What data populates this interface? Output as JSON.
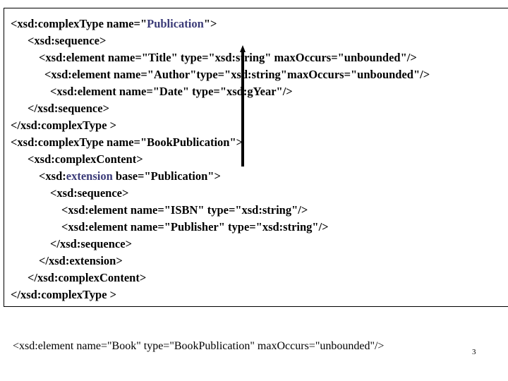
{
  "slide": {
    "page_number": "3",
    "accent_color": "#3b3b78",
    "text_color": "#000000",
    "background_color": "#ffffff"
  },
  "code_block": {
    "lines": [
      {
        "indent": 0,
        "text_pre": "<xsd:complexType name=\"",
        "highlight": "Publication",
        "text_post": "\">"
      },
      {
        "indent": 1,
        "text_pre": "<xsd:sequence>",
        "highlight": "",
        "text_post": ""
      },
      {
        "indent": 2,
        "text_pre": "<xsd:element name=\"Title\" type=\"xsd:string\" maxOccurs=\"unbounded\"/>",
        "highlight": "",
        "text_post": ""
      },
      {
        "indent": 2,
        "text_pre": "<xsd:element name=\"Author\"type=\"xsd:string\"maxOccurs=\"unbounded\"/>",
        "highlight": "",
        "text_post": ""
      },
      {
        "indent": 2,
        "text_pre": "<xsd:element name=\"Date\" type=\"xsd:gYear\"/>",
        "highlight": "",
        "text_post": ""
      },
      {
        "indent": 1,
        "text_pre": "</xsd:sequence>",
        "highlight": "",
        "text_post": ""
      },
      {
        "indent": 0,
        "text_pre": "</xsd:complexType >",
        "highlight": "",
        "text_post": ""
      },
      {
        "indent": 0,
        "text_pre": "<xsd:complexType name=\"BookPublication\">",
        "highlight": "",
        "text_post": ""
      },
      {
        "indent": 1,
        "text_pre": "<xsd:complexContent>",
        "highlight": "",
        "text_post": ""
      },
      {
        "indent": 2,
        "text_pre": "<xsd:",
        "highlight": "extension",
        "text_post": " base=\"Publication\">"
      },
      {
        "indent": 3,
        "text_pre": "<xsd:sequence>",
        "highlight": "",
        "text_post": ""
      },
      {
        "indent": 4,
        "text_pre": "<xsd:element name=\"ISBN\" type=\"xsd:string\"/>",
        "highlight": "",
        "text_post": ""
      },
      {
        "indent": 4,
        "text_pre": "<xsd:element name=\"Publisher\" type=\"xsd:string\"/>",
        "highlight": "",
        "text_post": ""
      },
      {
        "indent": 3,
        "text_pre": "</xsd:sequence>",
        "highlight": "",
        "text_post": ""
      },
      {
        "indent": 2,
        "text_pre": "</xsd:extension>",
        "highlight": "",
        "text_post": ""
      },
      {
        "indent": 1,
        "text_pre": "</xsd:complexContent>",
        "highlight": "",
        "text_post": ""
      },
      {
        "indent": 0,
        "text_pre": "</xsd:complexType >",
        "highlight": "",
        "text_post": ""
      }
    ]
  },
  "footer": {
    "code": "<xsd:element name=\"Book\" type=\"BookPublication\" maxOccurs=\"unbounded\"/>"
  },
  "annotation": {
    "arrow_name": "up-arrow-pointer",
    "direction": "up"
  }
}
